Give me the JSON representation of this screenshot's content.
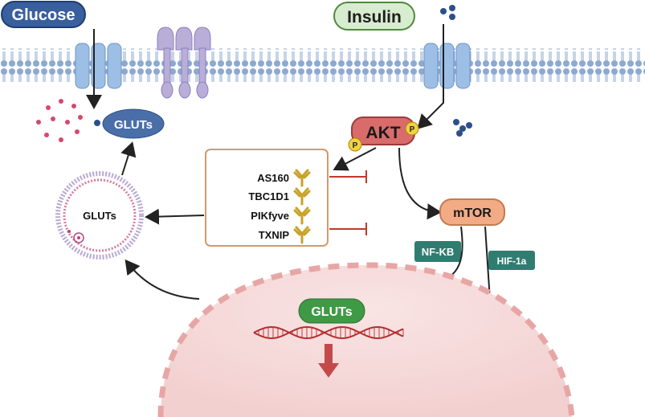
{
  "labels": {
    "glucose": "Glucose",
    "insulin": "Insulin",
    "gluts_membrane": "GLUTs",
    "gluts_vesicle": "GLUTs",
    "gluts_nucleus": "GLUTs",
    "akt": "AKT",
    "phospho": "P",
    "mtor": "mTOR",
    "nfkb": "NF-KB",
    "hif": "HIF-1a"
  },
  "regulators": [
    "AS160",
    "TBC1D1",
    "PIKfyve",
    "TXNIP"
  ],
  "colors": {
    "glucose_fill": "#3a5f9e",
    "insulin_fill": "#d8ecd0",
    "insulin_stroke": "#4f8a3c",
    "membrane": "#8da9cf",
    "channel": "#9dbfe6",
    "receptor": "#b9aed8",
    "gluts_oval": "#4a6fa8",
    "akt_fill": "#d96b6b",
    "phospho_fill": "#f2d23c",
    "mtor_fill": "#f2ab85",
    "nfkb_fill": "#2f7d70",
    "nucleus_fill": "#f7dede",
    "nucleus_dash": "#e7a6a6",
    "gluts_nucleus_fill": "#3f9a45",
    "inhibit": "#c0392b",
    "box_stroke": "#d49a6a",
    "antibody": "#c9a227",
    "dna": "#c43b3b",
    "glucose_dots": "#d9476b",
    "insulin_dots": "#2c4f8c"
  }
}
